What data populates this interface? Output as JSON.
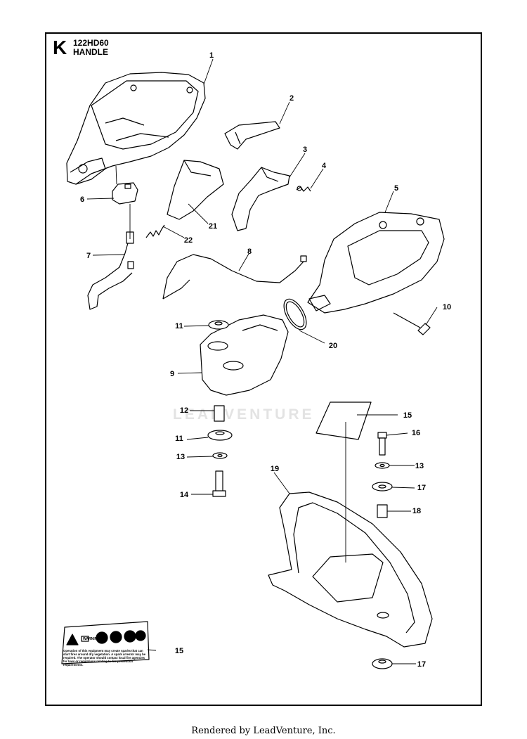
{
  "header": {
    "section_letter": "K",
    "model": "122HD60",
    "title": "HANDLE"
  },
  "watermark": "LEADVENTURE",
  "footer": "Rendered by LeadVenture, Inc.",
  "warning_label": {
    "heading": "WARNING!",
    "text": "Operation of this equipment may create sparks that can start fires around dry vegetation. A spark arrestor may be required. The operator should contact local fire agencies for laws or regulations relating to fire prevention requirements."
  },
  "callouts": [
    {
      "id": "c1",
      "label": "1"
    },
    {
      "id": "c2",
      "label": "2"
    },
    {
      "id": "c3",
      "label": "3"
    },
    {
      "id": "c4",
      "label": "4"
    },
    {
      "id": "c5",
      "label": "5"
    },
    {
      "id": "c6",
      "label": "6"
    },
    {
      "id": "c7",
      "label": "7"
    },
    {
      "id": "c8",
      "label": "8"
    },
    {
      "id": "c9",
      "label": "9"
    },
    {
      "id": "c10",
      "label": "10"
    },
    {
      "id": "c11a",
      "label": "11"
    },
    {
      "id": "c11b",
      "label": "11"
    },
    {
      "id": "c12",
      "label": "12"
    },
    {
      "id": "c13a",
      "label": "13"
    },
    {
      "id": "c13b",
      "label": "13"
    },
    {
      "id": "c14",
      "label": "14"
    },
    {
      "id": "c15a",
      "label": "15"
    },
    {
      "id": "c15b",
      "label": "15"
    },
    {
      "id": "c16",
      "label": "16"
    },
    {
      "id": "c17a",
      "label": "17"
    },
    {
      "id": "c17b",
      "label": "17"
    },
    {
      "id": "c18",
      "label": "18"
    },
    {
      "id": "c19",
      "label": "19"
    },
    {
      "id": "c20",
      "label": "20"
    },
    {
      "id": "c21",
      "label": "21"
    },
    {
      "id": "c22",
      "label": "22"
    }
  ]
}
